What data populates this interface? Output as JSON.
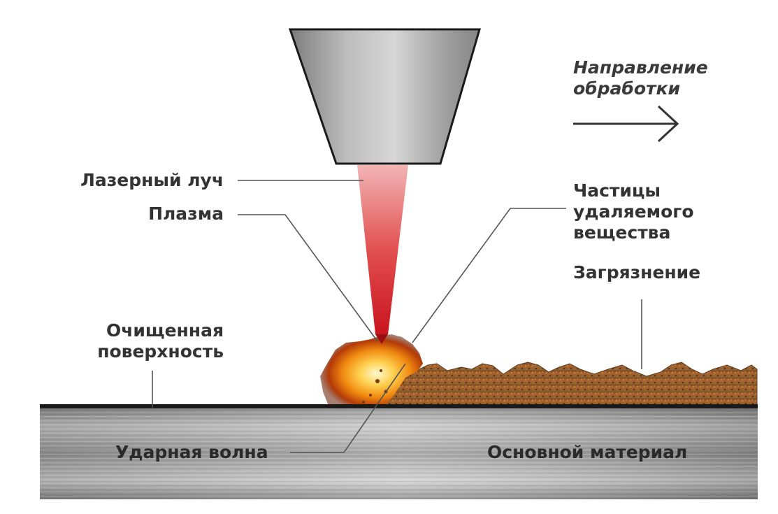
{
  "labels": {
    "direction_line1": "Направление",
    "direction_line2": "обработки",
    "laser_beam": "Лазерный луч",
    "plasma": "Плазма",
    "particles_line1": "Частицы",
    "particles_line2": "удаляемого",
    "particles_line3": "вещества",
    "contamination": "Загрязнение",
    "cleaned_line1": "Очищенная",
    "cleaned_line2": "поверхность",
    "shock_wave": "Ударная волна",
    "base_material": "Основной материал"
  },
  "colors": {
    "text": "#333333",
    "leader_line": "#555555",
    "beam": "#d8232a",
    "rust": "#9b5a2a",
    "metal": "#a8a8a8"
  },
  "icons": {
    "direction": "arrow-right-icon"
  }
}
